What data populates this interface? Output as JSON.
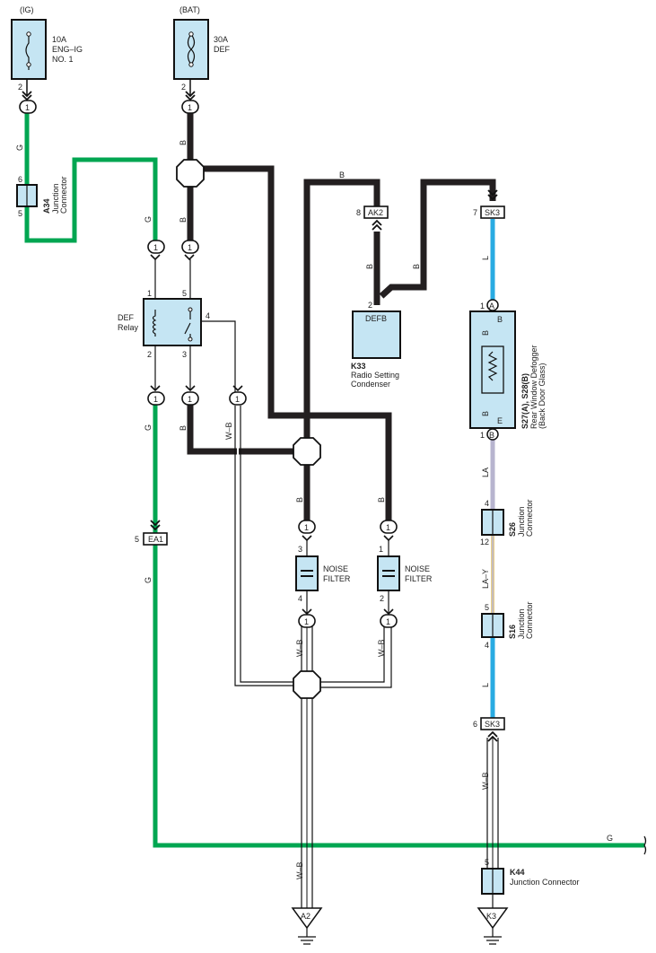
{
  "sources": {
    "ig": {
      "label": "(IG)",
      "fuse_amp": "10A",
      "fuse_name1": "ENG–IG",
      "fuse_name2": "NO. 1"
    },
    "bat": {
      "label": "(BAT)",
      "fuse_amp": "30A",
      "fuse_name": "DEF"
    }
  },
  "wire_colors": {
    "G": "G",
    "B": "B",
    "L": "L",
    "LA": "LA",
    "LAY": "LA–Y",
    "WB": "W–B"
  },
  "colors": {
    "green": "#00a651",
    "black": "#231f20",
    "blue": "#29abe2",
    "lavender": "#b7b4cf",
    "tan": "#e8cf8a",
    "component_fill": "#c5e5f3"
  },
  "pins": {
    "p1": "1",
    "p2": "2",
    "p3": "3",
    "p4": "4",
    "p5": "5",
    "p6": "6",
    "p7": "7",
    "p8": "8",
    "p12": "12",
    "pA": "A",
    "pB": "B",
    "pE": "E"
  },
  "components": {
    "a34": {
      "code": "A34",
      "name1": "Junction",
      "name2": "Connector"
    },
    "relay": {
      "name1": "DEF",
      "name2": "Relay"
    },
    "k33": {
      "code": "K33",
      "name1": "Radio Setting",
      "name2": "Condenser",
      "pin_label": "DEFB"
    },
    "defogger": {
      "code": "S27(A), S28(B)",
      "name1": "Rear Window Defogger",
      "name2": "(Back Door Glass)"
    },
    "noise_filter": {
      "name1": "NOISE",
      "name2": "FILTER"
    },
    "s26": {
      "code": "S26",
      "name1": "Junction",
      "name2": "Connector"
    },
    "s16": {
      "code": "S16",
      "name1": "Junction",
      "name2": "Connector"
    },
    "k44": {
      "code": "K44",
      "name": "Junction Connector"
    }
  },
  "connectors": {
    "ak2": "AK2",
    "sk3": "SK3",
    "ea1": "EA1"
  },
  "grounds": {
    "a2": "A2",
    "k3": "K3"
  }
}
